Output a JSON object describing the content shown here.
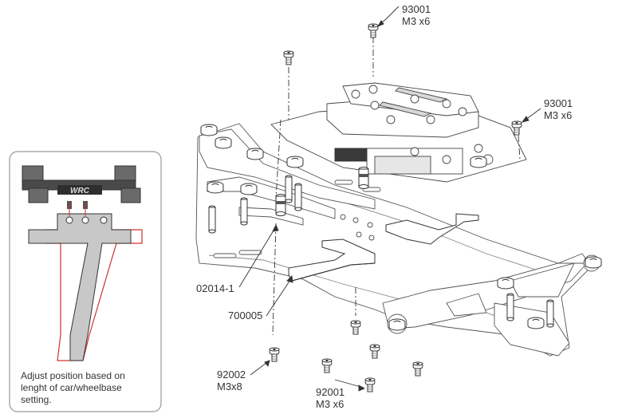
{
  "callouts": {
    "c93001_top": {
      "code": "93001",
      "size": "M3 x6"
    },
    "c93001_right": {
      "code": "93001",
      "size": "M3 x6"
    },
    "c02014": {
      "code": "02014-1"
    },
    "c700005": {
      "code": "700005"
    },
    "c92002": {
      "code": "92002",
      "size": "M3x8"
    },
    "c92001": {
      "code": "92001",
      "size": "M3 x6"
    }
  },
  "inset": {
    "logo": "WRC",
    "note_line1": "Adjust position based on",
    "note_line2": "lenght of car/wheelbase",
    "note_line3": "setting."
  },
  "colors": {
    "line": "#333333",
    "part_fill": "#ffffff",
    "gray_fill": "#c8c8c8",
    "red_outline": "#d03030",
    "inset_border": "#999999",
    "block_dark": "#4a4a4a"
  }
}
